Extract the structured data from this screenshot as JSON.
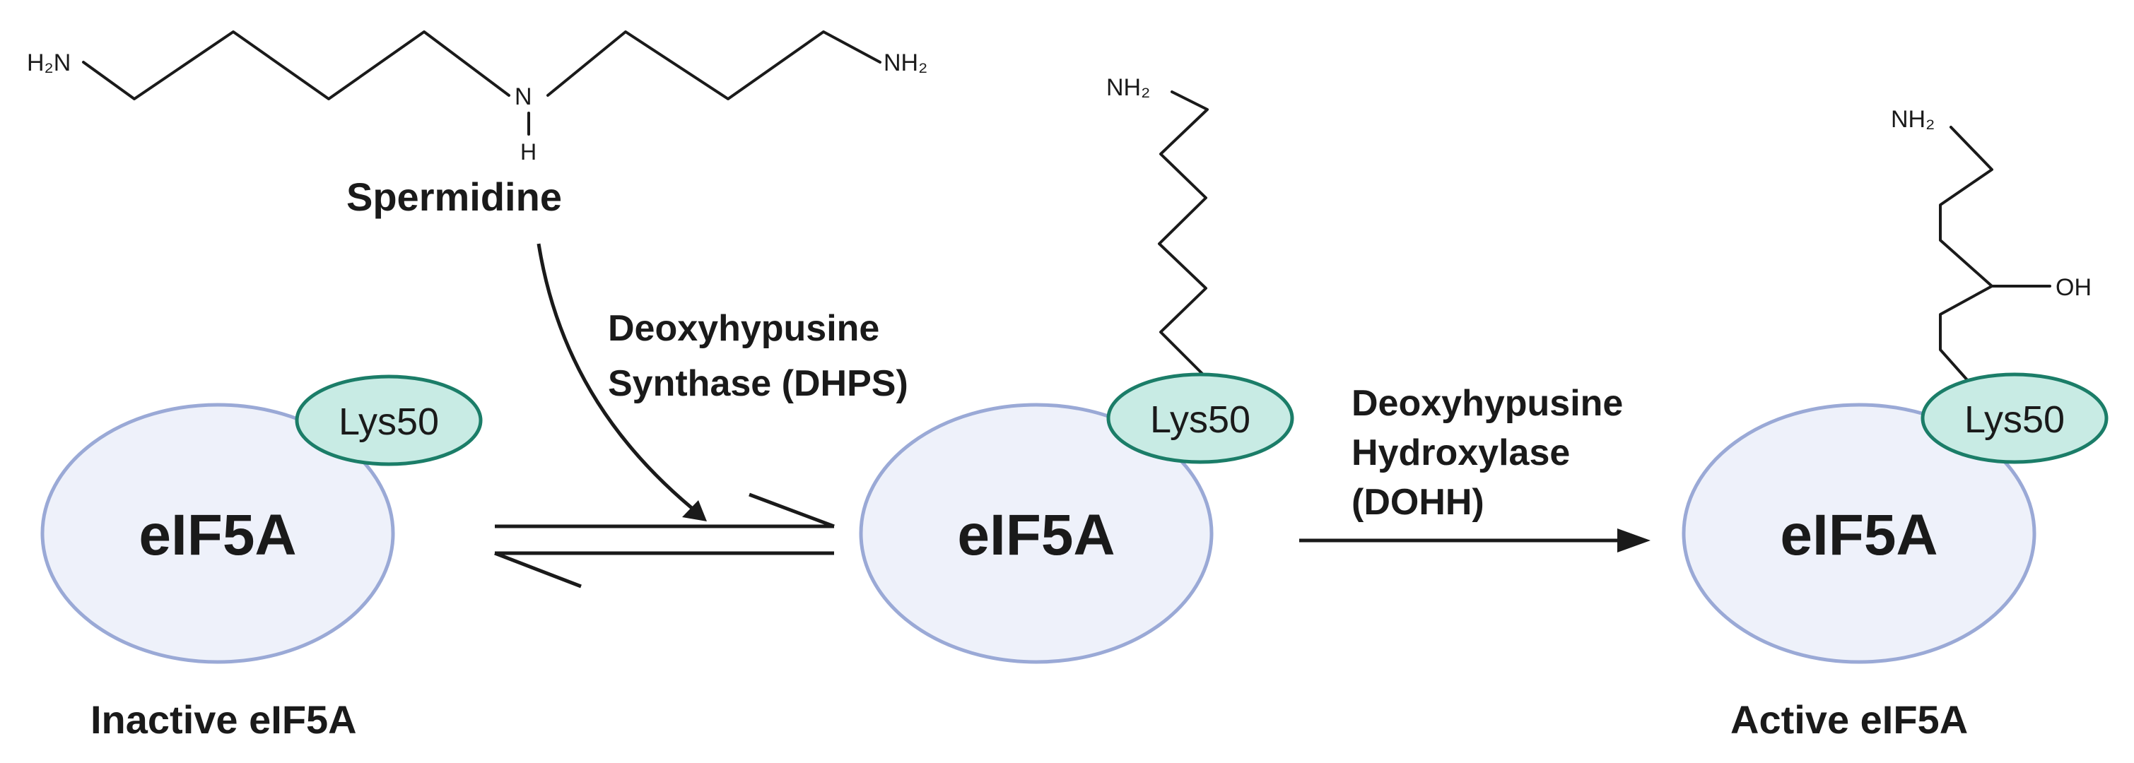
{
  "spermidine": {
    "left_amine": "H₂N",
    "center_amine": "N",
    "center_h": "H",
    "right_amine": "NH₂",
    "name": "Spermidine"
  },
  "step1": {
    "enzyme_line1": "Deoxyhypusine",
    "enzyme_line2": "Synthase (DHPS)"
  },
  "step2": {
    "enzyme_line1": "Deoxyhypusine",
    "enzyme_line2": "Hydroxylase",
    "enzyme_line3": "(DOHH)"
  },
  "proteins": [
    {
      "name": "eIF5A",
      "residue": "Lys50",
      "caption": "Inactive eIF5A"
    },
    {
      "name": "eIF5A",
      "residue": "Lys50",
      "chain_amine": "NH₂"
    },
    {
      "name": "eIF5A",
      "residue": "Lys50",
      "chain_amine": "NH₂",
      "hydroxyl": "OH",
      "caption": "Active eIF5A"
    }
  ],
  "colors": {
    "protein_fill": "#eef1fa",
    "protein_stroke": "#9aa9d6",
    "lys_fill": "#c8ebe4",
    "lys_stroke": "#1b7d68",
    "ink": "#1a1a1a"
  }
}
